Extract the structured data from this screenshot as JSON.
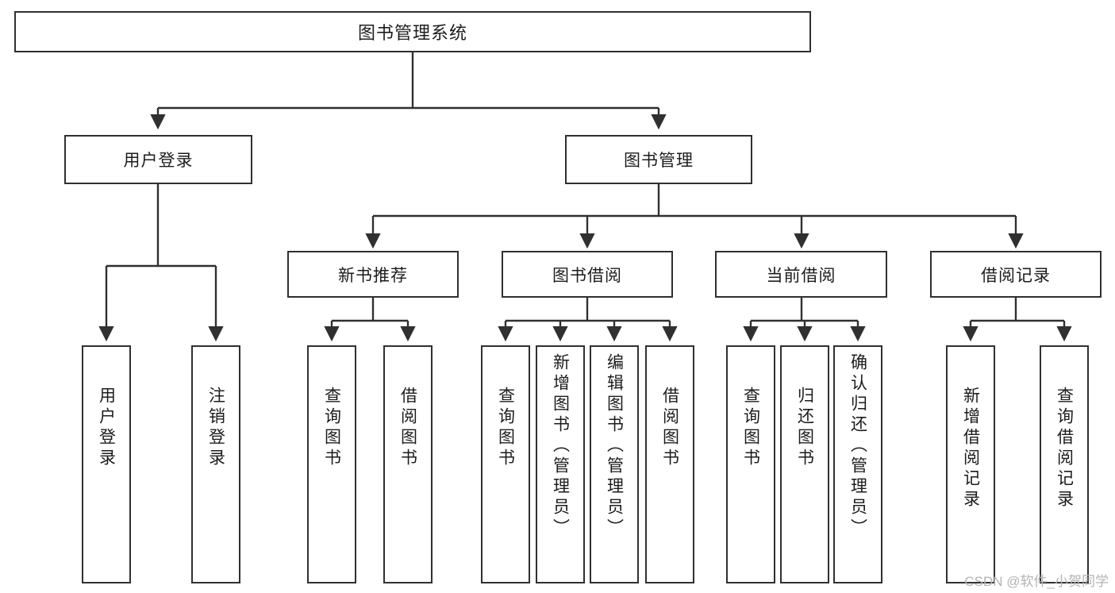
{
  "diagram": {
    "title_node": {
      "label": "图书管理系统"
    },
    "level2": [
      {
        "id": "user-login",
        "label": "用户登录"
      },
      {
        "id": "book-manage",
        "label": "图书管理"
      }
    ],
    "level3": [
      {
        "id": "new-book-recommend",
        "label": "新书推荐"
      },
      {
        "id": "book-borrow",
        "label": "图书借阅"
      },
      {
        "id": "current-borrow",
        "label": "当前借阅"
      },
      {
        "id": "borrow-record",
        "label": "借阅记录"
      }
    ],
    "leaves": [
      {
        "id": "leaf-user-login",
        "label": "用户登录",
        "parent": "user-login"
      },
      {
        "id": "leaf-user-logout",
        "label": "注销登录",
        "parent": "user-login"
      },
      {
        "id": "leaf-query-book-1",
        "label": "查询图书",
        "parent": "new-book-recommend"
      },
      {
        "id": "leaf-borrow-book-1",
        "label": "借阅图书",
        "parent": "new-book-recommend"
      },
      {
        "id": "leaf-query-book-2",
        "label": "查询图书",
        "parent": "book-borrow"
      },
      {
        "id": "leaf-add-book",
        "label": "新增图书（管理员）",
        "parent": "book-borrow"
      },
      {
        "id": "leaf-edit-book",
        "label": "编辑图书（管理员）",
        "parent": "book-borrow"
      },
      {
        "id": "leaf-borrow-book-2",
        "label": "借阅图书",
        "parent": "book-borrow"
      },
      {
        "id": "leaf-query-book-3",
        "label": "查询图书",
        "parent": "current-borrow"
      },
      {
        "id": "leaf-return-book",
        "label": "归还图书",
        "parent": "current-borrow"
      },
      {
        "id": "leaf-confirm-return",
        "label": "确认归还（管理员）",
        "parent": "current-borrow"
      },
      {
        "id": "leaf-add-record",
        "label": "新增借阅记录",
        "parent": "borrow-record"
      },
      {
        "id": "leaf-query-record",
        "label": "查询借阅记录",
        "parent": "borrow-record"
      }
    ]
  },
  "watermark": {
    "text": "CSDN @软件_小贺同学"
  },
  "colors": {
    "stroke": "#303030",
    "background": "#ffffff",
    "text": "#1c1c1c",
    "watermark": "#b3b3b3"
  }
}
